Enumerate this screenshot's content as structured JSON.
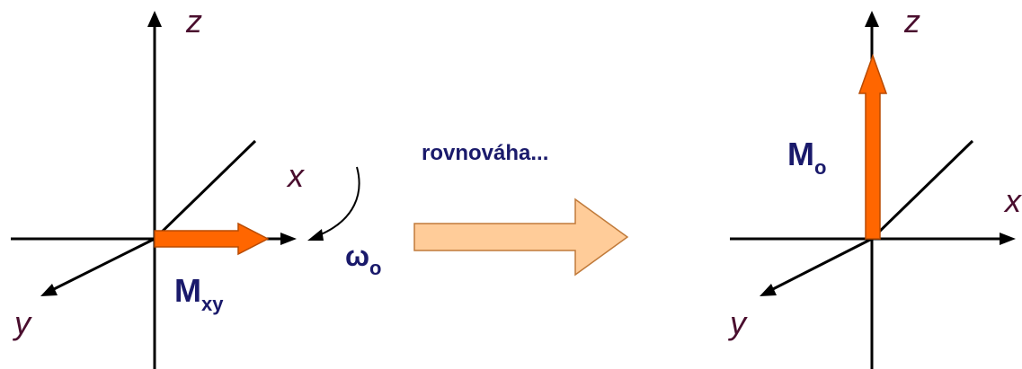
{
  "colors": {
    "axis": "#000000",
    "axis_label": "#4a0e2e",
    "vector_fill": "#ff6600",
    "vector_stroke": "#b84a00",
    "label_text": "#1a1a6b",
    "big_arrow_fill": "#ffcc99",
    "big_arrow_stroke": "#c07a3a"
  },
  "left_diagram": {
    "z_label": "z",
    "x_label": "x",
    "y_label": "y",
    "vector_label_main": "M",
    "vector_label_sub": "xy",
    "rotation_symbol": "ω",
    "rotation_sub": "o"
  },
  "transition": {
    "caption": "rovnováha..."
  },
  "right_diagram": {
    "z_label": "z",
    "x_label": "x",
    "y_label": "y",
    "vector_label_main": "M",
    "vector_label_sub": "o"
  }
}
